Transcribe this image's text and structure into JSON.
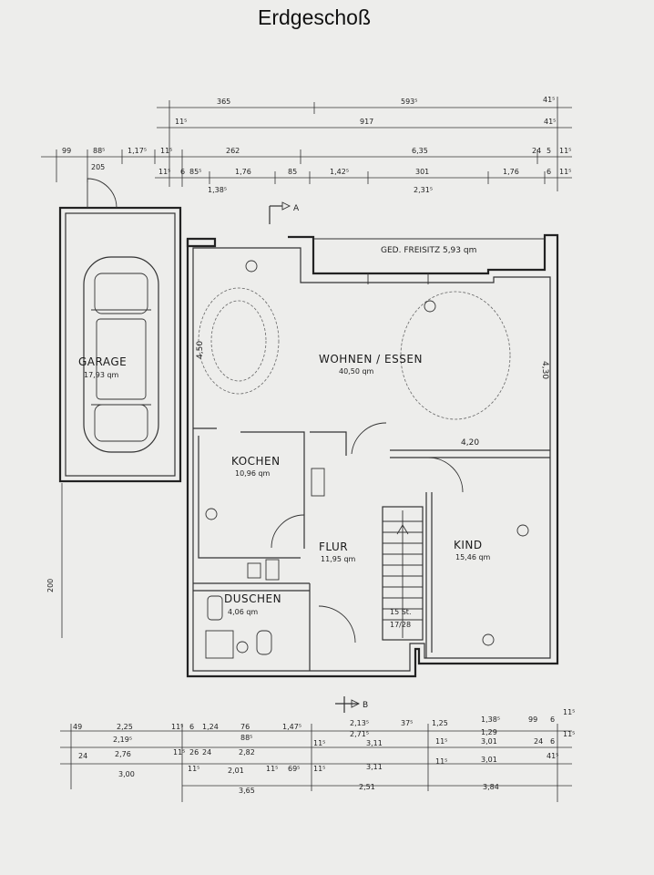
{
  "title": "Erdgeschoß",
  "rooms": {
    "garage": {
      "name": "GARAGE",
      "area": "17,93 qm"
    },
    "wohnen": {
      "name": "WOHNEN / ESSEN",
      "area": "40,50 qm"
    },
    "kochen": {
      "name": "KOCHEN",
      "area": "10,96 qm"
    },
    "flur": {
      "name": "FLUR",
      "area": "11,95 qm"
    },
    "kind": {
      "name": "KIND",
      "area": "15,46 qm"
    },
    "duschen": {
      "name": "DUSCHEN",
      "area": "4,06 qm"
    }
  },
  "labels": {
    "freisitz": "GED. FREISITZ  5,93 qm",
    "stair": "15 St.",
    "stair2": "17/28",
    "dim_450": "4,50",
    "dim_430": "4,30",
    "dim_420": "4,20",
    "section_a": "A",
    "section_b": "B",
    "left_vertical": "200"
  },
  "top_dims": {
    "row1": [
      "365",
      "593⁵",
      "41⁵"
    ],
    "row2": [
      "11⁵",
      "917",
      "41⁵"
    ],
    "row3": [
      "99",
      "88⁵",
      "1,17⁵",
      "11⁵",
      "262",
      "6,35",
      "24",
      "5",
      "11⁵"
    ],
    "row3b": [
      "205"
    ],
    "row4": [
      "11⁵",
      "6",
      "85⁵",
      "1,76",
      "85",
      "1,42⁵",
      "301",
      "1,76",
      "6",
      "11⁵"
    ],
    "row4b": [
      "1,38⁵",
      "2,31⁵"
    ]
  },
  "bottom_dims": {
    "row1": [
      "49",
      "2,25",
      "11⁵",
      "6",
      "1,24",
      "76",
      "1,47⁵",
      "2,13⁵",
      "37⁵",
      "1,25",
      "1,38⁵",
      "99",
      "6",
      "11⁵"
    ],
    "row1b": [
      "2,19⁵",
      "88⁵",
      "2,71⁵",
      "1,29"
    ],
    "row2": [
      "24",
      "2,76",
      "11⁵",
      "26",
      "24",
      "2,82",
      "11⁵",
      "3,11",
      "11⁵",
      "3,01",
      "24",
      "6",
      "11⁵"
    ],
    "row3": [
      "3,00",
      "11⁵",
      "2,01",
      "11⁵",
      "69⁵",
      "11⁵",
      "3,11",
      "11⁵",
      "3,01",
      "41⁵"
    ],
    "row4": [
      "3,65",
      "2,51",
      "3,84"
    ]
  }
}
